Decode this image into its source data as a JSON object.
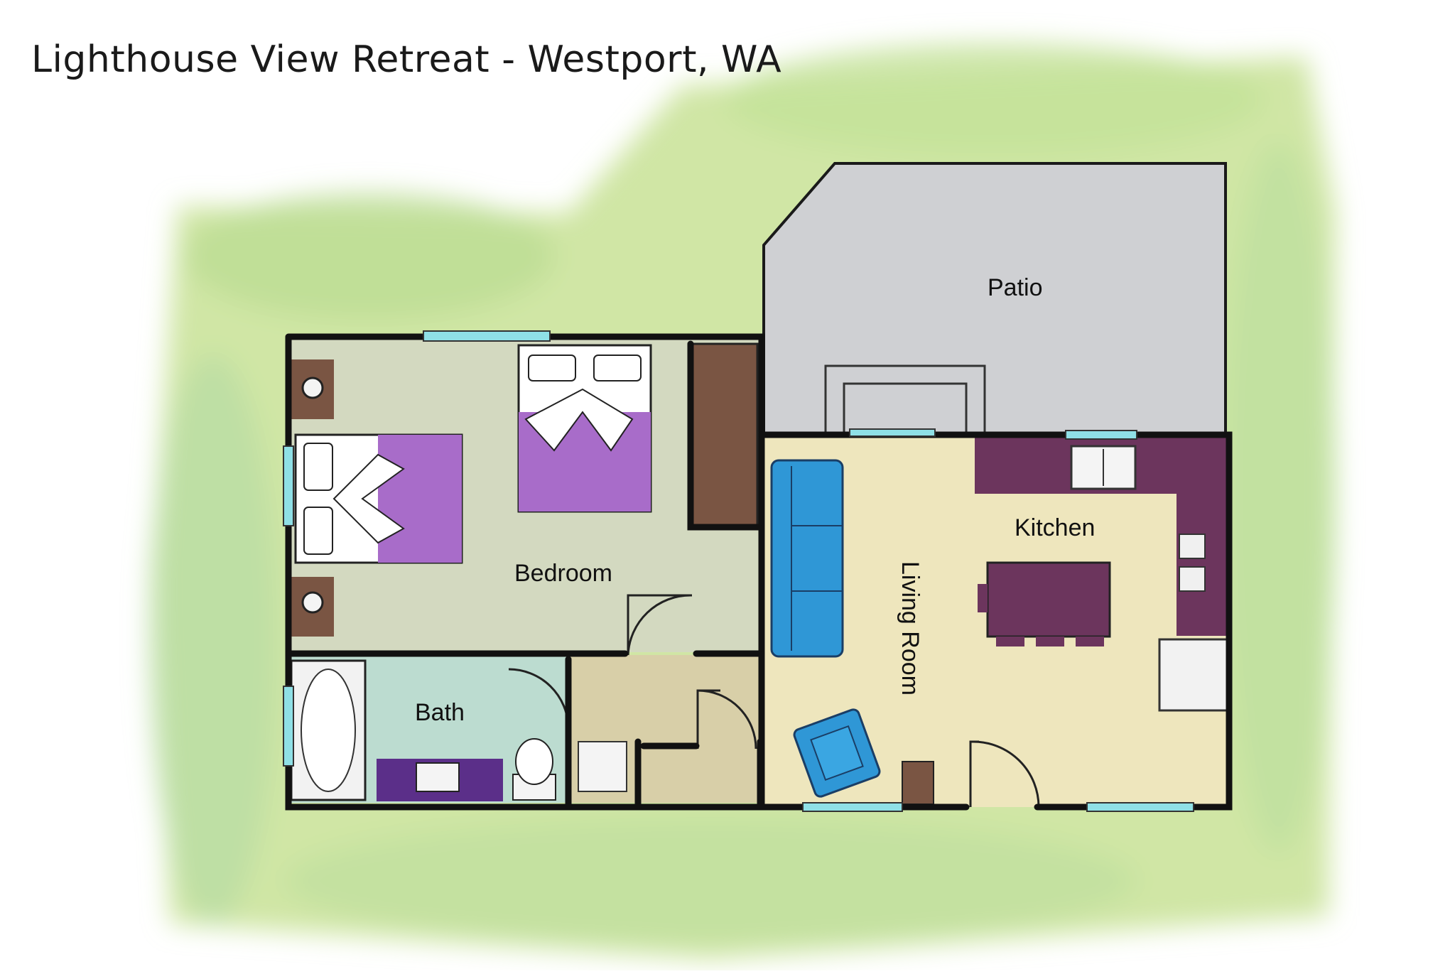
{
  "title": "Lighthouse View Retreat - Westport, WA",
  "rooms": {
    "patio": "Patio",
    "bedroom": "Bedroom",
    "kitchen": "Kitchen",
    "living_room": "Living Room",
    "bath": "Bath"
  },
  "colors": {
    "grass": "#c9e39a",
    "patio": "#cfd0d3",
    "bedroom_floor": "#d3d9c0",
    "living_floor": "#eee6bd",
    "bath_floor": "#bcdcd0",
    "hall_floor": "#d8cfa8",
    "wall": "#111111",
    "window": "#8fe0e6",
    "bedding": "#a86cc9",
    "dresser": "#7a5543",
    "sofa": "#2f97d6",
    "kitchen_counter": "#6c355d",
    "vanity": "#5b2f89"
  }
}
